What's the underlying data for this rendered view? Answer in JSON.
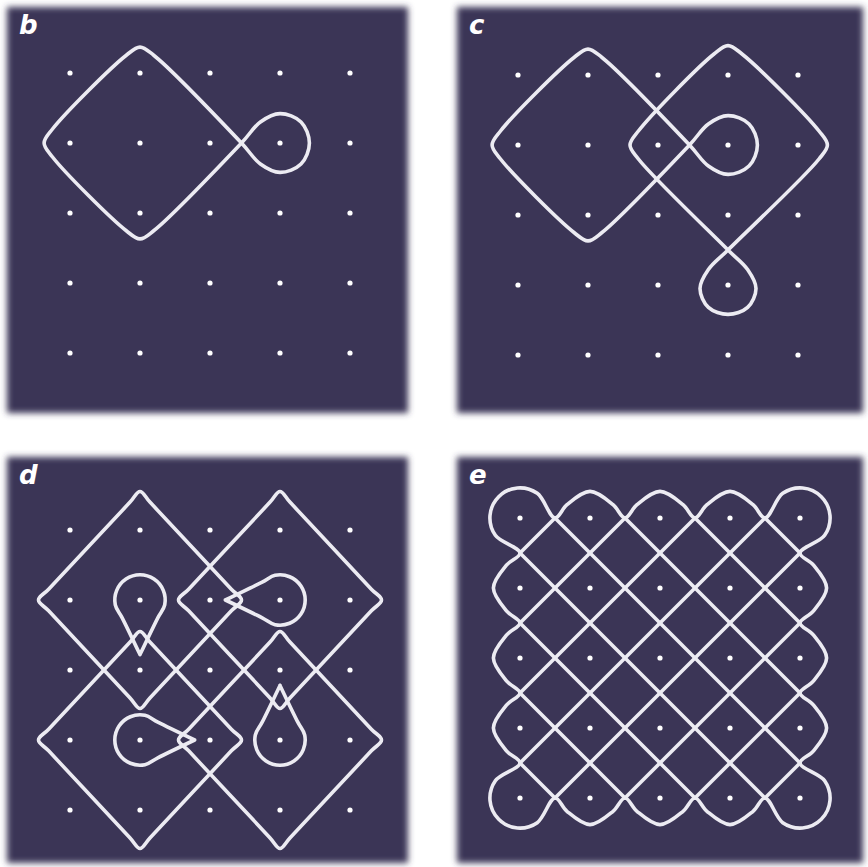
{
  "diagram": {
    "nodes": [
      {
        "text": [
          "b"
        ]
      },
      {
        "text": [
          "c"
        ]
      },
      {
        "text": [
          "d"
        ]
      },
      {
        "text": [
          "e"
        ]
      }
    ]
  }
}
